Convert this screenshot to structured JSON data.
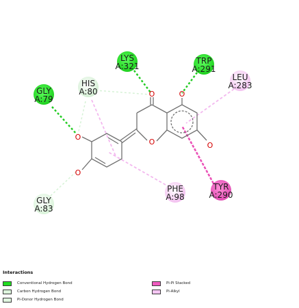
{
  "colors": {
    "conventional_hbond": "#22dd22",
    "carbon_hbond": "#ddf5dd",
    "pi_donor_hbond": "#e0f7e0",
    "pi_pi_stacked": "#ef5cbf",
    "pi_alkyl": "#f5c6f3",
    "bond": "#707070",
    "oxygen": "#d40000"
  },
  "residues": {
    "lys": {
      "name": "LYS",
      "id": "A:321",
      "type": "conventional_hbond"
    },
    "trp": {
      "name": "TRP",
      "id": "A:291",
      "type": "conventional_hbond"
    },
    "gly79": {
      "name": "GLY",
      "id": "A:79",
      "type": "conventional_hbond"
    },
    "his": {
      "name": "HIS",
      "id": "A:80",
      "type": "carbon_hbond"
    },
    "leu": {
      "name": "LEU",
      "id": "A:283",
      "type": "pi_alkyl"
    },
    "tyr": {
      "name": "TYR",
      "id": "A:290",
      "type": "pi_pi_stacked"
    },
    "phe": {
      "name": "PHE",
      "id": "A:98",
      "type": "pi_alkyl"
    },
    "gly83": {
      "name": "GLY",
      "id": "A:83",
      "type": "pi_donor_hbond"
    }
  },
  "atoms": {
    "oxygen_label": "O"
  },
  "legend": {
    "title": "Interactions",
    "items": [
      {
        "label": "Conventional Hydrogen Bond",
        "color": "#22dd22"
      },
      {
        "label": "Carbon Hydrogen Bond",
        "color": "#ddf5dd"
      },
      {
        "label": "Pi-Donor Hydrogen Bond",
        "color": "#e0f7e0"
      },
      {
        "label": "Pi-Pi Stacked",
        "color": "#ef5cbf"
      },
      {
        "label": "Pi-Alkyl",
        "color": "#f5c6f3"
      }
    ]
  }
}
